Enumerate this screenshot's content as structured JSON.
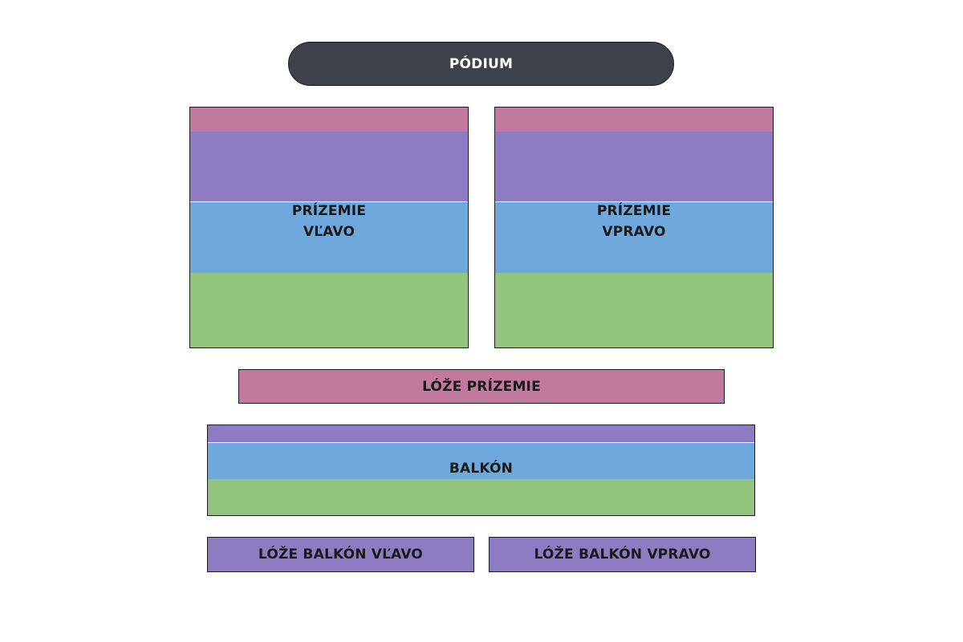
{
  "stage": {
    "label": "PÓDIUM"
  },
  "sections": {
    "floor_left": {
      "line1": "PRÍZEMIE",
      "line2": "VĽAVO"
    },
    "floor_right": {
      "line1": "PRÍZEMIE",
      "line2": "VPRAVO"
    },
    "floor_boxes": {
      "label": "LÓŽE PRÍZEMIE"
    },
    "balcony": {
      "label": "BALKÓN"
    },
    "balcony_box_left": {
      "label": "LÓŽE BALKÓN VĽAVO"
    },
    "balcony_box_right": {
      "label": "LÓŽE BALKÓN VPRAVO"
    }
  },
  "colors": {
    "stage": "#3d414a",
    "pink": "#c17a9e",
    "purple": "#8d7cc2",
    "blue": "#6ea8dc",
    "green": "#93c47d"
  }
}
